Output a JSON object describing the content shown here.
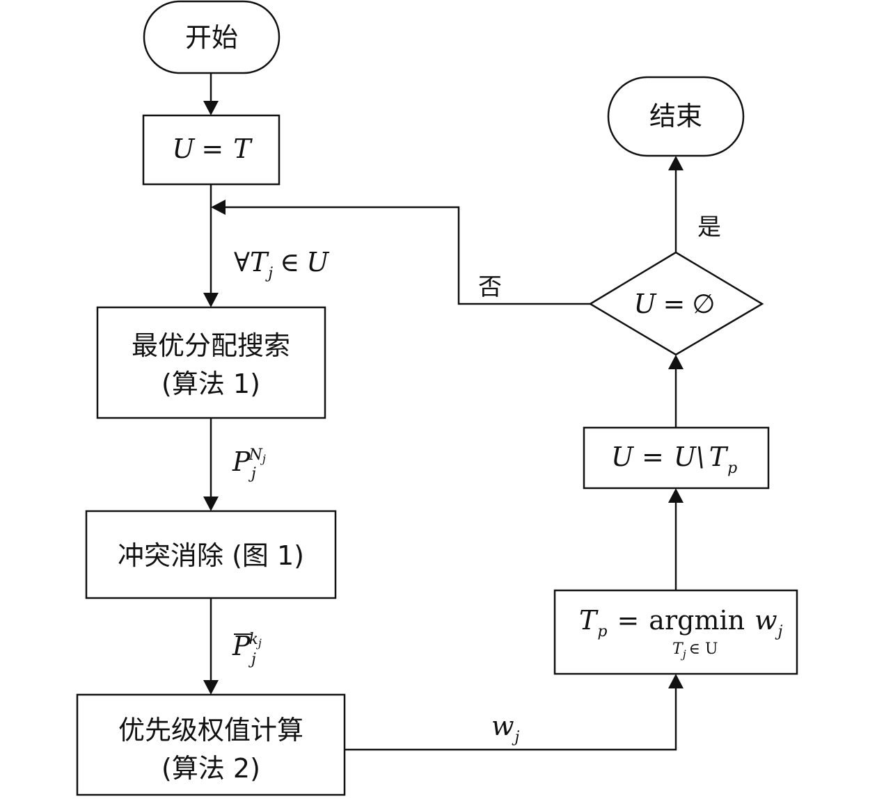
{
  "nodes": {
    "start": {
      "label": "开始"
    },
    "init": {
      "lhs": "U",
      "op": "=",
      "rhs": "T"
    },
    "search": {
      "line1": "最优分配搜索",
      "line2": "(算法 1)"
    },
    "conflict": {
      "label": "冲突消除 (图 1)"
    },
    "priority": {
      "line1": "优先级权值计算",
      "line2": "(算法 2)"
    },
    "select": {
      "lhs": "T",
      "lhs_sub": "p",
      "op": "=",
      "func": "argmin",
      "var": "w",
      "var_sub": "j",
      "under": "T",
      "under_sub": "j",
      "under_rel": "∈ U"
    },
    "update": {
      "lhs": "U",
      "op": "=",
      "rhs": "U\\",
      "rhs_var": "T",
      "rhs_sub": "p"
    },
    "decision": {
      "lhs": "U",
      "op": "=",
      "rhs": "∅"
    },
    "end": {
      "label": "结束"
    }
  },
  "edge_labels": {
    "forall": {
      "sym": "∀",
      "var": "T",
      "sub": "j",
      "rel": "∈",
      "set": "U"
    },
    "p_n": {
      "var": "P",
      "sub": "j",
      "sup": "N",
      "sup_sub": "j"
    },
    "p_k": {
      "var": "P",
      "sub": "j",
      "sup": "k",
      "sup_sub": "j"
    },
    "w": {
      "var": "w",
      "sub": "j"
    },
    "no": "否",
    "yes": "是"
  }
}
